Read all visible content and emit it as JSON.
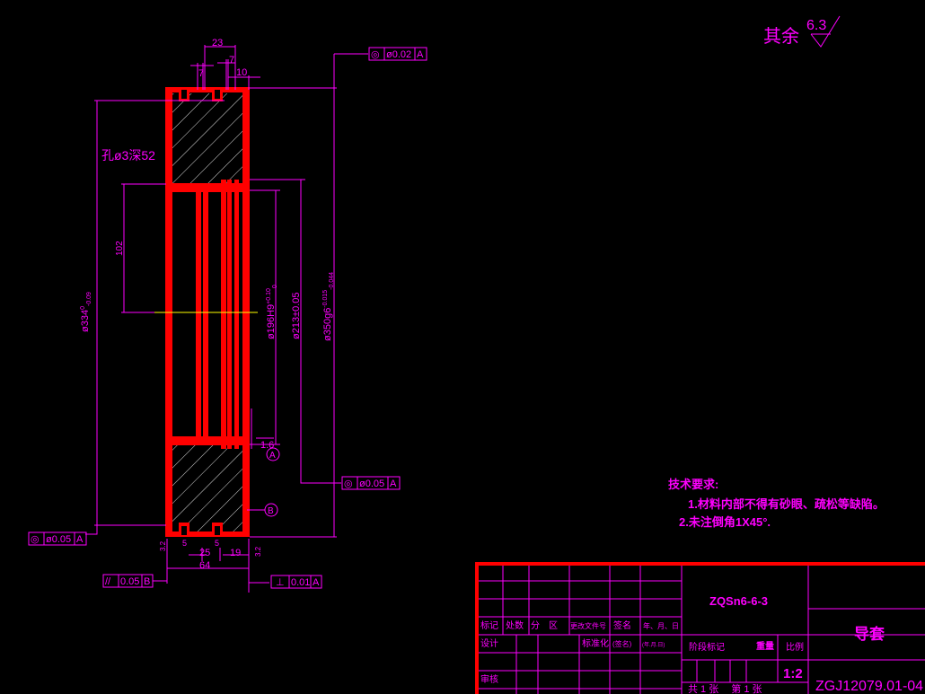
{
  "roughness": {
    "prefix": "其余",
    "value": "6.3"
  },
  "dims": {
    "d23": "23",
    "d7a": "7",
    "d7b": "7",
    "d10": "10",
    "hole": "孔ø3深52",
    "d102": "102",
    "dia334": "ø334",
    "dia334_tol": "0\n-0.09",
    "dia334_tol_upper": "0",
    "dia334_tol_lower": "-0.09",
    "dia196": "ø196H9",
    "dia196_tol_upper": "+0.10",
    "dia196_tol_lower": "0",
    "dia213": "ø213±0.05",
    "dia350": "ø350g6",
    "dia350_tol_upper": "-0.015",
    "dia350_tol_lower": "-0.044",
    "r16": "1.6",
    "d5a": "5",
    "d5b": "5",
    "d25": "25",
    "d19": "19",
    "d64": "64",
    "r32a": "3.2",
    "r32b": "3.2"
  },
  "datums": {
    "a": "A",
    "b": "B"
  },
  "fcf": [
    {
      "symbol": "◎",
      "tol": "ø0.02",
      "datum": "A"
    },
    {
      "symbol": "◎",
      "tol": "ø0.05",
      "datum": "A"
    },
    {
      "symbol": "◎",
      "tol": "ø0.05",
      "datum": "A"
    },
    {
      "symbol": "//",
      "tol": "0.05",
      "datum": "B"
    },
    {
      "symbol": "⊥",
      "tol": "0.01",
      "datum": "A"
    }
  ],
  "notes": {
    "title": "技术要求:",
    "n1": "1.材料内部不得有砂眼、疏松等缺陷。",
    "n2": "2.未注倒角1X45°."
  },
  "title_block": {
    "material": "ZQSn6-6-3",
    "part_name": "导套",
    "drawing_no": "ZGJ12079.01-04",
    "scale": "1:2",
    "h_mark": "标记",
    "h_count": "处数",
    "h_zone": "分　区",
    "h_doc": "更改文件号",
    "h_sign": "签名",
    "h_date": "年、月、日",
    "design": "设计",
    "std": "标准化",
    "std_sign": "(签名)",
    "std_date": "(年.月.日)",
    "review": "审核",
    "stage": "阶段标记",
    "weight": "重量",
    "scale_label": "比例",
    "sheets": "共 1 张　 第 1 张"
  }
}
